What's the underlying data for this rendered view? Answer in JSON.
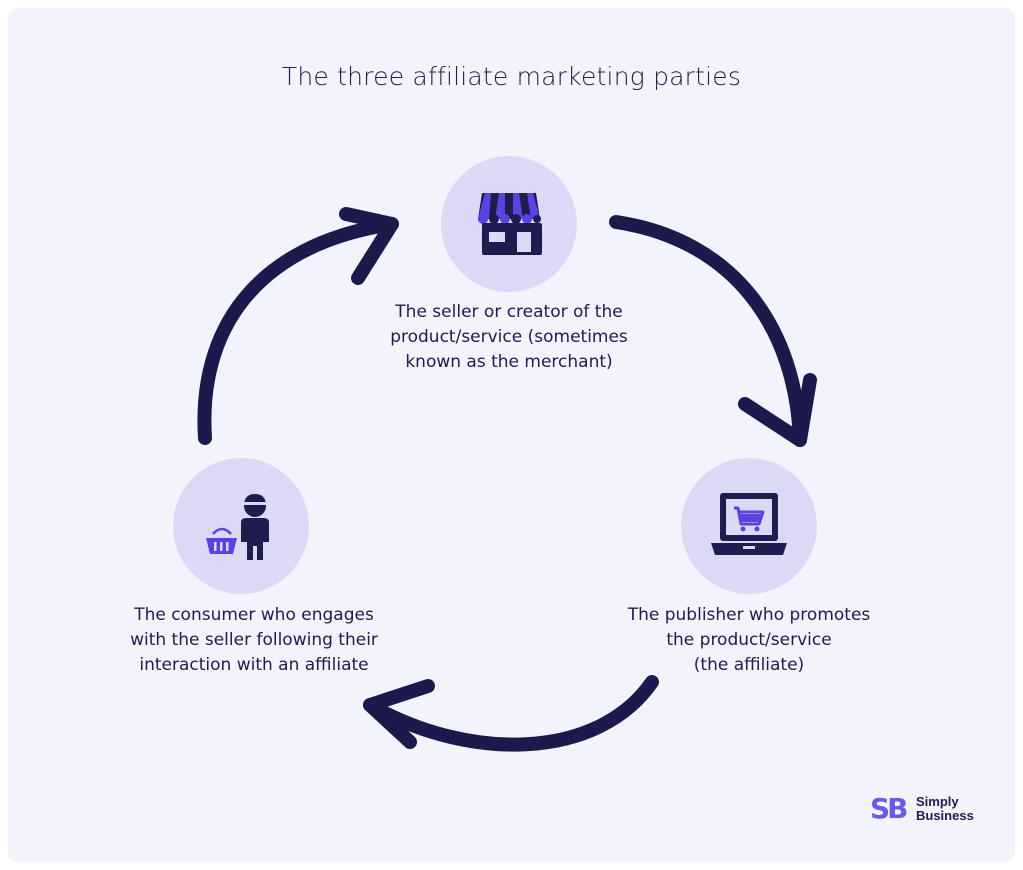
{
  "title": "The three affiliate marketing parties",
  "nodes": {
    "merchant": {
      "icon": "storefront-icon",
      "lines": [
        "The seller or creator of the",
        "product/service (sometimes",
        "known as the merchant)"
      ]
    },
    "publisher": {
      "icon": "laptop-shopping-cart-icon",
      "lines": [
        "The publisher who promotes",
        "the product/service",
        "(the affiliate)"
      ]
    },
    "consumer": {
      "icon": "shopper-with-basket-icon",
      "lines": [
        "The consumer who engages",
        "with the seller following their",
        "interaction with an affiliate"
      ]
    }
  },
  "logo": {
    "mark": "SB",
    "line1": "Simply",
    "line2": "Business"
  },
  "colors": {
    "background": "#f3f3fb",
    "circle": "#dcd9f7",
    "icon": "#1f1c4f",
    "icon_accent": "#5a43e0",
    "arrow": "#1c1a4d",
    "text": "#1f1c4f",
    "brand": "#6a5ce6"
  }
}
